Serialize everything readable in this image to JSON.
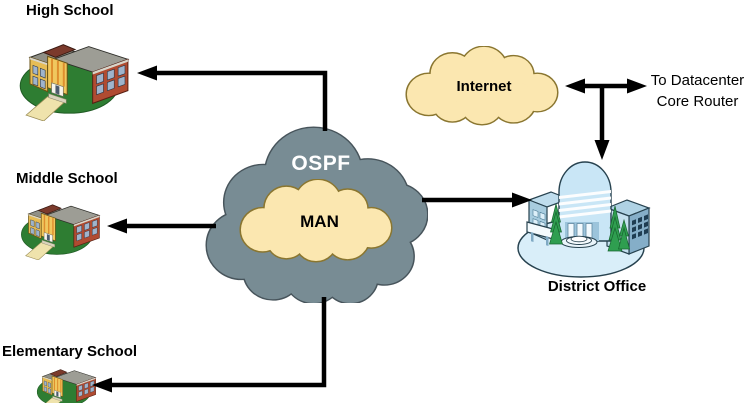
{
  "clouds": {
    "ospf": {
      "label": "OSPF"
    },
    "man": {
      "label": "MAN"
    },
    "internet": {
      "label": "Internet"
    }
  },
  "sites": {
    "high_school": {
      "label": "High School",
      "icon": "school-building-icon"
    },
    "middle_school": {
      "label": "Middle School",
      "icon": "school-building-icon"
    },
    "elementary_school": {
      "label": "Elementary School",
      "icon": "school-building-icon"
    },
    "district_office": {
      "label": "District Office",
      "icon": "office-building-icon"
    }
  },
  "annotations": {
    "datacenter_note": {
      "line1": "To Datacenter",
      "line2": "Core Router"
    }
  },
  "colors": {
    "background": "#FFFFFF",
    "ospf_fill": "#788C94",
    "ospf_stroke": "#47545B",
    "inner_cloud_fill": "#FBE7B0",
    "inner_cloud_stroke": "#8A7630",
    "connector": "#000000",
    "ospf_label_color": "#FFFFFF",
    "label_color": "#000000"
  }
}
